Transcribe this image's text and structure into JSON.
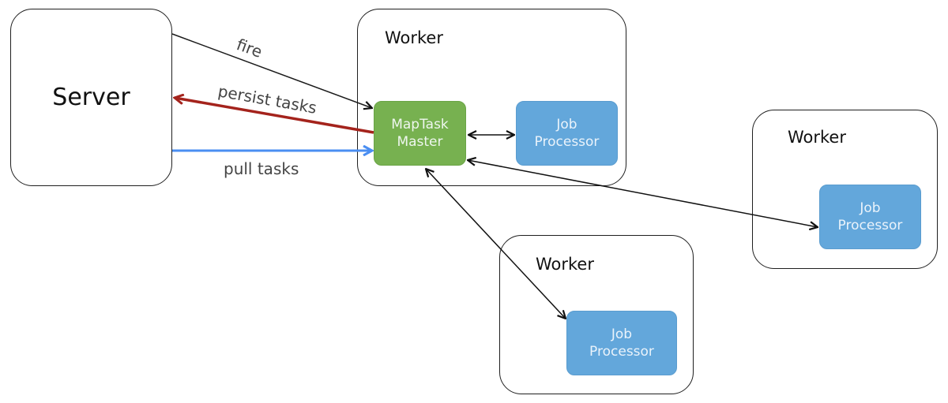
{
  "nodes": {
    "server": {
      "label": "Server"
    },
    "worker_main": {
      "label": "Worker"
    },
    "worker_right": {
      "label": "Worker"
    },
    "worker_bottom": {
      "label": "Worker"
    },
    "maptask_master": {
      "label": "MapTask\nMaster",
      "color": "#77b150"
    },
    "job_processor_main": {
      "label": "Job\nProcessor",
      "color": "#63a7db"
    },
    "job_processor_right": {
      "label": "Job\nProcessor",
      "color": "#63a7db"
    },
    "job_processor_bottom": {
      "label": "Job\nProcessor",
      "color": "#63a7db"
    }
  },
  "edges": {
    "fire": {
      "label": "fire",
      "from": "Server",
      "to": "MapTask Master",
      "color": "#1a1a1a"
    },
    "persist": {
      "label": "persist tasks",
      "from": "MapTask Master",
      "to": "Server",
      "color": "#a4231c"
    },
    "pull": {
      "label": "pull tasks",
      "from": "Server",
      "to": "MapTask Master",
      "color": "#4a8ef2"
    },
    "master_jp_main": {
      "from": "MapTask Master",
      "to": "Job Processor",
      "bidirectional": true
    },
    "master_jp_right": {
      "from": "MapTask Master",
      "to": "Job Processor (right Worker)",
      "bidirectional": true
    },
    "master_jp_bottom": {
      "from": "MapTask Master",
      "to": "Job Processor (bottom Worker)",
      "bidirectional": true
    }
  }
}
